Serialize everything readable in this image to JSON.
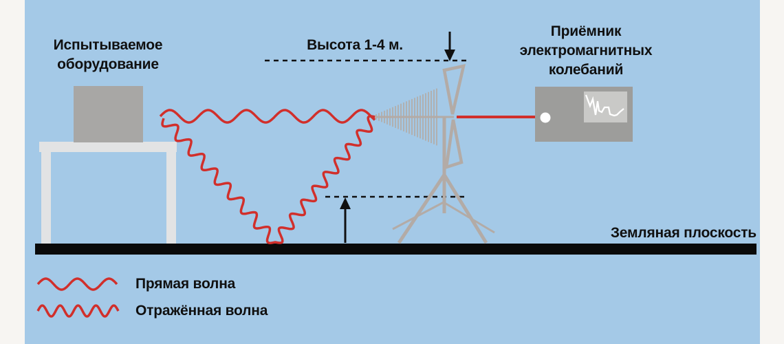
{
  "colors": {
    "page_margin_bg": "#f7f5f2",
    "panel_bg": "#a4c9e7",
    "wave_red": "#d12f2b",
    "antenna_gray": "#b3aba6",
    "equipment_gray": "#a8a7a5",
    "table_gray": "#e2e3e4",
    "receiver_gray": "#9d9d9b",
    "screen_gray": "#c9c9c7",
    "trace_white": "#ffffff",
    "ground_black": "#0a0a0a",
    "text_black": "#101010"
  },
  "labels": {
    "equipment": {
      "line1": "Испытываемое",
      "line2": "оборудование"
    },
    "height": "Высота 1-4 м.",
    "receiver": {
      "line1": "Приёмник",
      "line2": "электромагнитных",
      "line3": "колебаний"
    },
    "ground": "Земляная плоскость",
    "legend": {
      "direct": "Прямая волна",
      "reflected": "Отражённая волна"
    }
  },
  "icons": {
    "height_marker": "arrow-down-icon",
    "antenna_height_marker": "arrow-up-icon",
    "antenna": "bilog-antenna-icon",
    "receiver_display": "waveform-screen-icon"
  }
}
